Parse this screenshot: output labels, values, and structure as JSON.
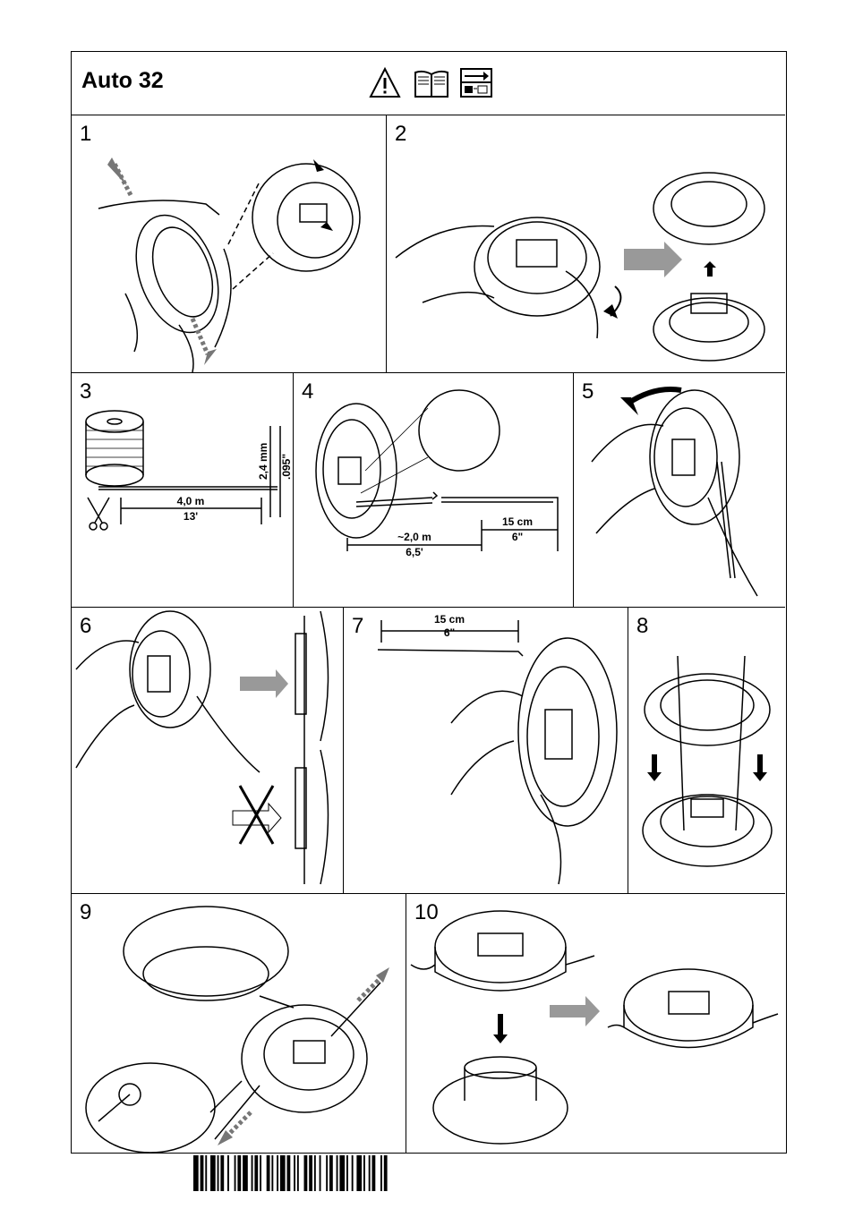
{
  "header": {
    "title": "Auto 32",
    "icons": [
      "warning-triangle-icon",
      "manual-book-icon",
      "remove-insert-icon"
    ]
  },
  "steps": [
    {
      "num": "1"
    },
    {
      "num": "2"
    },
    {
      "num": "3"
    },
    {
      "num": "4"
    },
    {
      "num": "5"
    },
    {
      "num": "6"
    },
    {
      "num": "7"
    },
    {
      "num": "8"
    },
    {
      "num": "9"
    },
    {
      "num": "10"
    }
  ],
  "step3": {
    "length_m": "4,0 m",
    "length_ft": "13'",
    "dia_mm": "2,4 mm",
    "dia_in": ".095\""
  },
  "step4": {
    "loop_cm": "15 cm",
    "loop_in": "6\"",
    "len_m": "~2,0 m",
    "len_ft": "6,5'"
  },
  "step7": {
    "len_cm": "15 cm",
    "len_in": "6\""
  }
}
